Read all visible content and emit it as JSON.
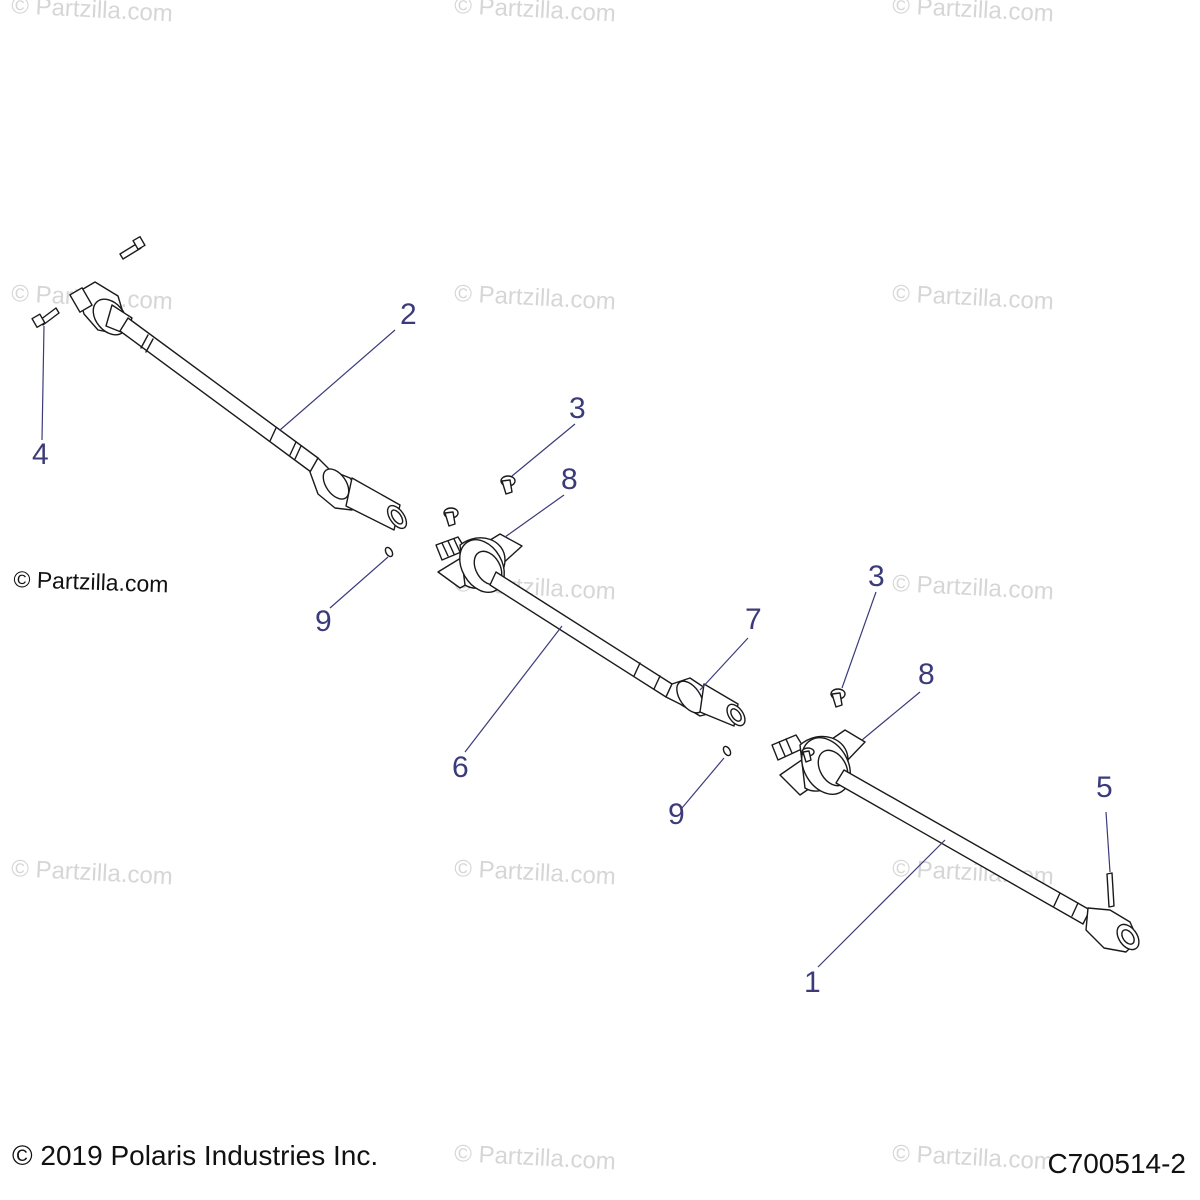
{
  "watermark_text": "© Partzilla.com",
  "side_credit": "© Partzilla.com",
  "copyright": "© 2019 Polaris Industries Inc.",
  "figure_code": "C700514-2",
  "callouts": {
    "c1": "1",
    "c2": "2",
    "c3a": "3",
    "c3b": "3",
    "c4": "4",
    "c5": "5",
    "c6": "6",
    "c7": "7",
    "c8a": "8",
    "c8b": "8",
    "c9a": "9",
    "c9b": "9"
  },
  "colors": {
    "ink": "#1a1a1a",
    "callout": "#3b3b7a",
    "watermark": "#d6d6d6",
    "part_fill": "#ffffff"
  }
}
